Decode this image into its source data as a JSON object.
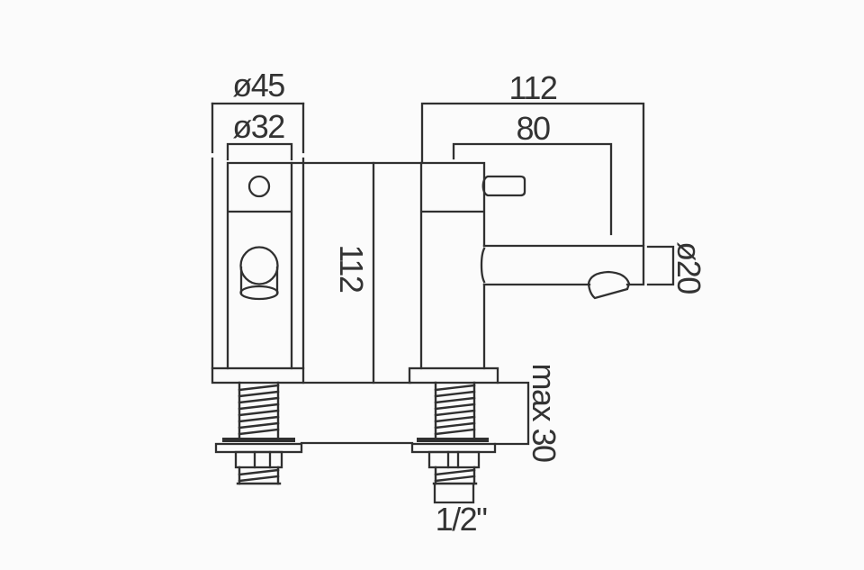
{
  "drawing": {
    "type": "technical dimension drawing",
    "subject": "deck-mounted pillar taps, front view and side view",
    "background": "#fbfbfb",
    "line_color": "#303030",
    "labels": {
      "base_diameter": "ø45",
      "body_diameter": "ø32",
      "spout_reach_overall": "112",
      "spout_reach_to_outlet": "80",
      "height_above_deck": "112",
      "spout_diameter": "ø20",
      "max_deck_thickness": "max 30",
      "thread_size": "1/2\""
    }
  }
}
